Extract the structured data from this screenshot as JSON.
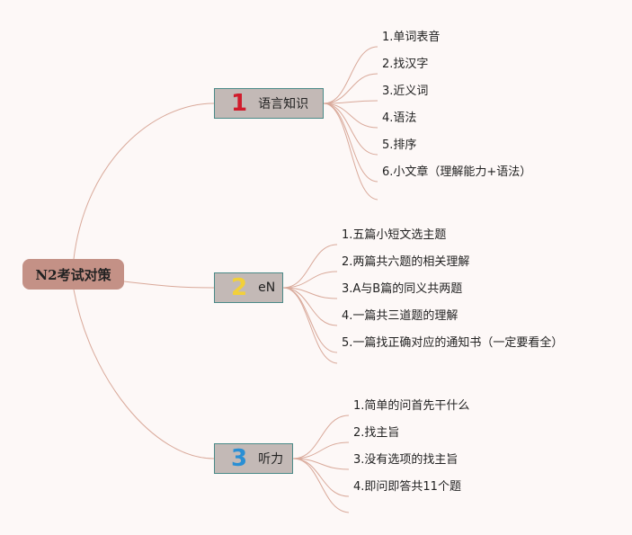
{
  "root": {
    "label": "N2考试对策"
  },
  "colors": {
    "line": "#d9a99a"
  },
  "branches": [
    {
      "number": "1",
      "number_color": "#d01c2c",
      "label": "语言知识",
      "children": [
        "1.单词表音",
        "2.找汉字",
        "3.近义词",
        "4.语法",
        "5.排序",
        "6.小文章（理解能力+语法）"
      ]
    },
    {
      "number": "2",
      "number_color": "#f2d03a",
      "label": "eN",
      "children": [
        "1.五篇小短文选主题",
        "2.两篇共六题的相关理解",
        "3.A与B篇的同义共两题",
        "4.一篇共三道题的理解",
        "5.一篇找正确对应的通知书（一定要看全）"
      ]
    },
    {
      "number": "3",
      "number_color": "#2a8fd4",
      "label": "听力",
      "children": [
        "1.简单的问首先干什么",
        "2.找主旨",
        "3.没有选项的找主旨",
        "4.即问即答共11个题"
      ]
    }
  ]
}
